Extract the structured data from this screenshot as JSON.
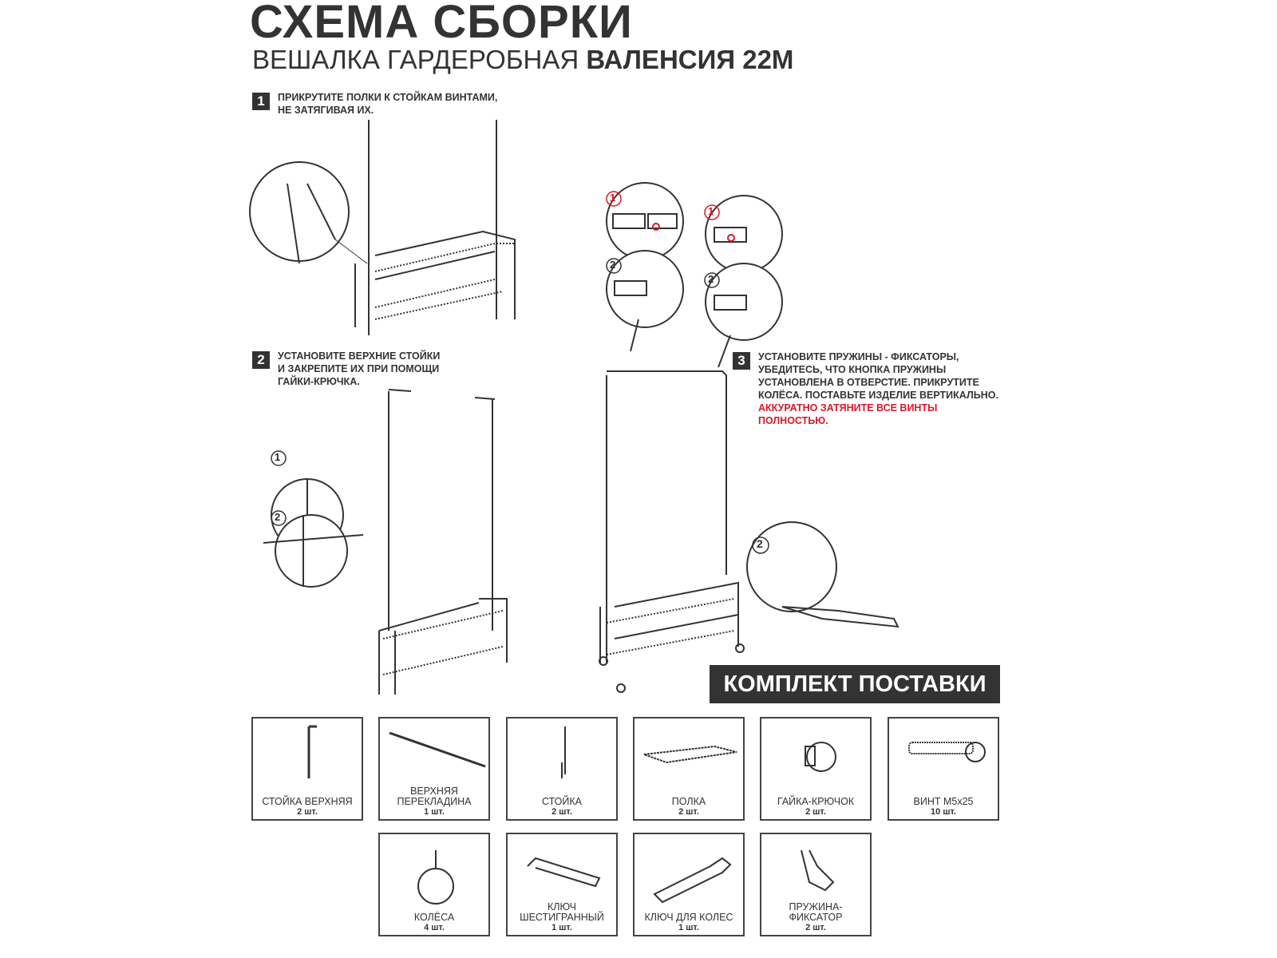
{
  "header": {
    "title": "СХЕМА СБОРКИ",
    "subtitle_prefix": "ВЕШАЛКА ГАРДЕРОБНАЯ",
    "subtitle_model": "ВАЛЕНСИЯ 22М"
  },
  "steps": [
    {
      "number": "1",
      "lines": [
        "ПРИКРУТИТЕ ПОЛКИ К СТОЙКАМ ВИНТАМИ,",
        "НЕ ЗАТЯГИВАЯ ИХ."
      ]
    },
    {
      "number": "2",
      "lines": [
        "УСТАНОВИТЕ ВЕРХНИЕ СТОЙКИ",
        "И ЗАКРЕПИТЕ ИХ ПРИ ПОМОЩИ",
        "ГАЙКИ-КРЮЧКА."
      ]
    },
    {
      "number": "3",
      "lines": [
        "УСТАНОВИТЕ ПРУЖИНЫ - ФИКСАТОРЫ,",
        "УБЕДИТЕСЬ, ЧТО КНОПКА ПРУЖИНЫ",
        "УСТАНОВЛЕНА В ОТВЕРСТИЕ. ПРИКРУТИТЕ",
        "КОЛЁСА. ПОСТАВЬТЕ ИЗДЕЛИЕ ВЕРТИКАЛЬНО."
      ],
      "warning": [
        "АККУРАТНО ЗАТЯНИТЕ ВСЕ ВИНТЫ",
        "ПОЛНОСТЬЮ."
      ]
    }
  ],
  "callouts": {
    "c1": "1",
    "c2": "2"
  },
  "kit": {
    "title": "КОМПЛЕКТ ПОСТАВКИ",
    "parts": [
      {
        "name": [
          "СТОЙКА ВЕРХНЯЯ"
        ],
        "qty": "2 шт."
      },
      {
        "name": [
          "ВЕРХНЯЯ",
          "ПЕРЕКЛАДИНА"
        ],
        "qty": "1 шт."
      },
      {
        "name": [
          "СТОЙКА"
        ],
        "qty": "2 шт."
      },
      {
        "name": [
          "ПОЛКА"
        ],
        "qty": "2 шт."
      },
      {
        "name": [
          "ГАЙКА-КРЮЧОК"
        ],
        "qty": "2 шт."
      },
      {
        "name": [
          "ВИНТ М5х25"
        ],
        "qty": "10 шт."
      },
      {
        "name": [
          "КОЛЁСА"
        ],
        "qty": "4 шт."
      },
      {
        "name": [
          "КЛЮЧ",
          "ШЕСТИГРАННЫЙ"
        ],
        "qty": "1 шт."
      },
      {
        "name": [
          "КЛЮЧ ДЛЯ КОЛЕС"
        ],
        "qty": "1 шт."
      },
      {
        "name": [
          "ПРУЖИНА-",
          "ФИКСАТОР"
        ],
        "qty": "2 шт."
      }
    ]
  },
  "colors": {
    "text": "#333333",
    "accent": "#d7182a"
  }
}
